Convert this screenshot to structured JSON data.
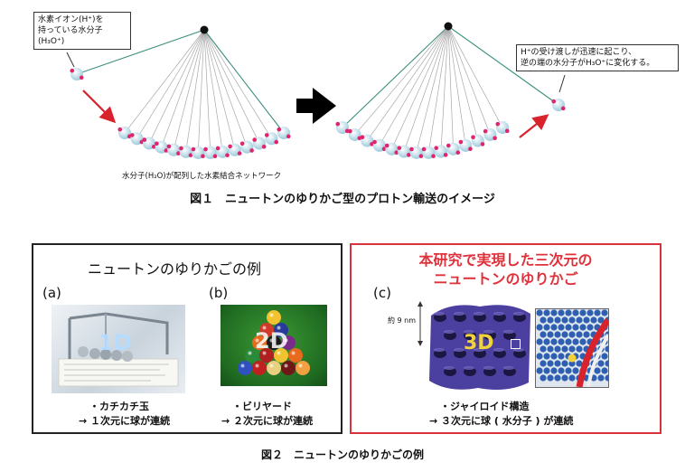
{
  "fig1": {
    "callout_left": {
      "line1": "水素イオン(H⁺)を",
      "line2": "持っている水分子",
      "line3": "(H₃O⁺)"
    },
    "callout_right": {
      "line1": "H⁺の受け渡しが迅速に起こり、",
      "line2": "逆の端の水分子がH₃O⁺に変化する。"
    },
    "network_label": "水分子(H₂O)が配列した水素結合ネットワーク",
    "caption": "図１　ニュートンのゆりかご型のプロトン輸送のイメージ"
  },
  "fig2": {
    "left_title": "ニュートンのゆりかごの例",
    "right_title_line1": "本研究で実現した三次元の",
    "right_title_line2": "ニュートンのゆりかご",
    "panels": [
      {
        "letter": "(a)",
        "dim": "1D",
        "line1": "・カチカチ玉",
        "line2": "→ １次元に球が連続"
      },
      {
        "letter": "(b)",
        "dim": "2D",
        "line1": "・ビリヤード",
        "line2": "→ ２次元に球が連続"
      },
      {
        "letter": "(c)",
        "dim": "3D",
        "line1": "・ジャイロイド構造",
        "line2": "→ ３次元に球 ( 水分子 ) が連続"
      }
    ],
    "size_label": "約 9 nm",
    "caption": "図２　ニュートンのゆりかごの例"
  },
  "colors": {
    "panel_right_border": "#d9323a",
    "title_red": "#e0303a",
    "arrow_red": "#d8222c",
    "string_gray": "#a8a8a8",
    "string_teal": "#3b8f7f",
    "bead_blue": "#b9dbe8",
    "bead_pink": "#e0246e",
    "gyroid_purple": "#4b3fa0"
  }
}
